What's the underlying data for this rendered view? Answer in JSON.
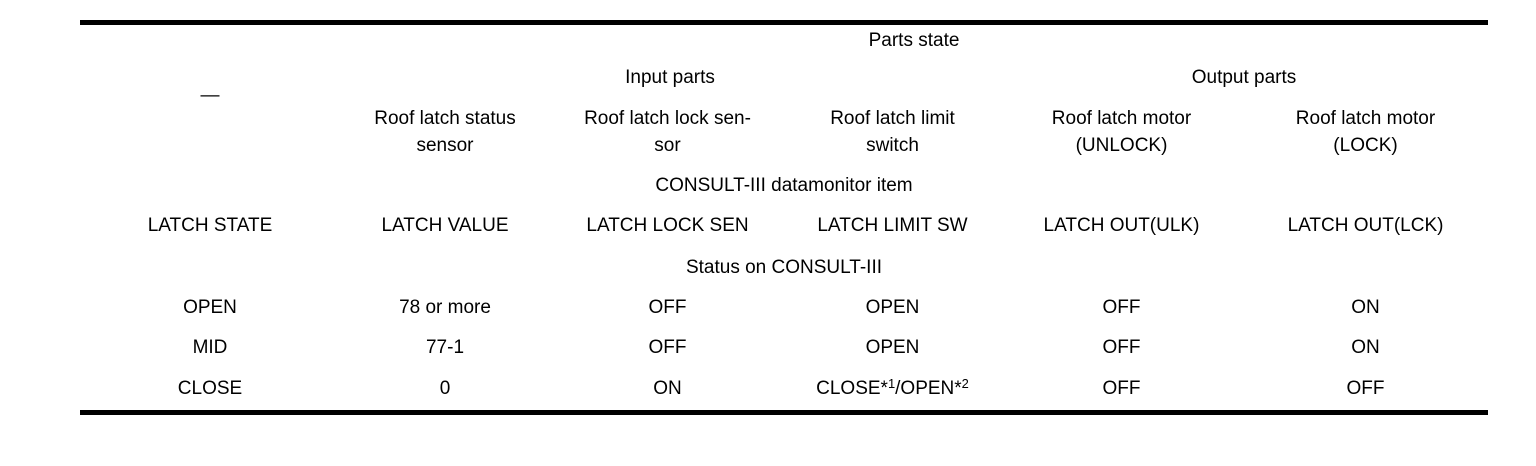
{
  "colors": {
    "ink": "#000000",
    "background": "#ffffff"
  },
  "table": {
    "corner": "—",
    "parts_state": "Parts state",
    "input_parts": "Input parts",
    "output_parts": "Output parts",
    "part_columns": [
      "Roof latch status\nsensor",
      "Roof latch lock sen-\nsor",
      "Roof latch limit\nswitch",
      "Roof latch motor\n(UNLOCK)",
      "Roof latch motor\n(LOCK)"
    ],
    "datamonitor_header": "CONSULT-III datamonitor item",
    "monitor_items": [
      "LATCH STATE",
      "LATCH VALUE",
      "LATCH LOCK SEN",
      "LATCH LIMIT SW",
      "LATCH OUT(ULK)",
      "LATCH OUT(LCK)"
    ],
    "status_header": "Status on CONSULT-III",
    "rows": [
      {
        "state": "OPEN",
        "value": "78 or more",
        "lock_sen": "OFF",
        "limit_sw": "OPEN",
        "out_ulk": "OFF",
        "out_lck": "ON"
      },
      {
        "state": "MID",
        "value": "77-1",
        "lock_sen": "OFF",
        "limit_sw": "OPEN",
        "out_ulk": "OFF",
        "out_lck": "ON"
      },
      {
        "state": "CLOSE",
        "value": "0",
        "lock_sen": "ON",
        "limit_sw_t1": "CLOSE*",
        "limit_sw_s1": "1",
        "limit_sw_t2": "/OPEN*",
        "limit_sw_s2": "2",
        "out_ulk": "OFF",
        "out_lck": "OFF"
      }
    ]
  }
}
